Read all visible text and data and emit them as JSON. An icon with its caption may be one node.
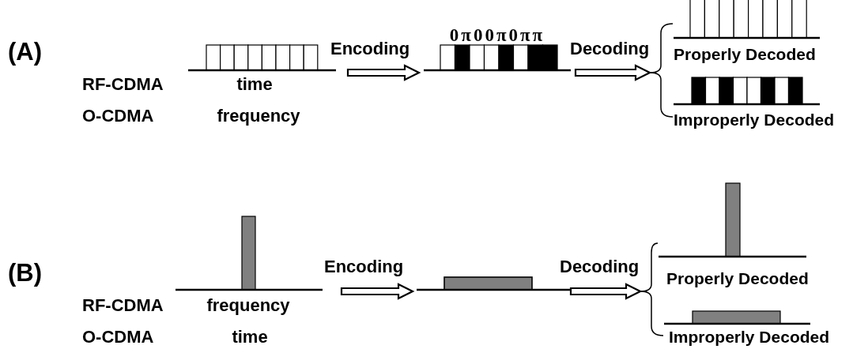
{
  "diagram": {
    "nodes": [
      {
        "text": [],
        "shape": "picture",
        "beside": [
          "time",
          "frequency"
        ]
      },
      {
        "text": [
          "0π00π0ππ"
        ]
      },
      {
        "text": [
          "Properly Decoded"
        ]
      },
      {
        "text": [
          "Improperly Decoded"
        ]
      },
      {
        "text": [],
        "shape": "picture",
        "beside": [
          "frequency",
          "time"
        ]
      },
      {
        "text": [],
        "shape": "box"
      },
      {
        "text": [
          "Properly Decoded"
        ]
      },
      {
        "text": [
          "Improperly Decoded"
        ]
      },
      {
        "text": [],
        "shape": "brace"
      },
      {
        "text": [],
        "shape": "brace"
      }
    ],
    "edges": [
      {
        "from": 0,
        "to": 1,
        "arrow": "to",
        "label": "Encoding"
      },
      {
        "from": 1,
        "to": 8,
        "arrow": "to",
        "label": "Decoding"
      },
      {
        "from": 8,
        "to": 2,
        "arrow": "none"
      },
      {
        "from": 8,
        "to": 3,
        "arrow": "none"
      },
      {
        "from": 4,
        "to": 5,
        "arrow": "to",
        "label": "Encoding"
      },
      {
        "from": 5,
        "to": 9,
        "arrow": "to",
        "label": "Decoding"
      },
      {
        "from": 9,
        "to": 6,
        "arrow": "none"
      },
      {
        "from": 9,
        "to": 7,
        "arrow": "none"
      }
    ],
    "labels": [
      "(A)",
      "RF-CDMA",
      "O-CDMA",
      "(B)",
      "RF-CDMA",
      "O-CDMA"
    ]
  }
}
